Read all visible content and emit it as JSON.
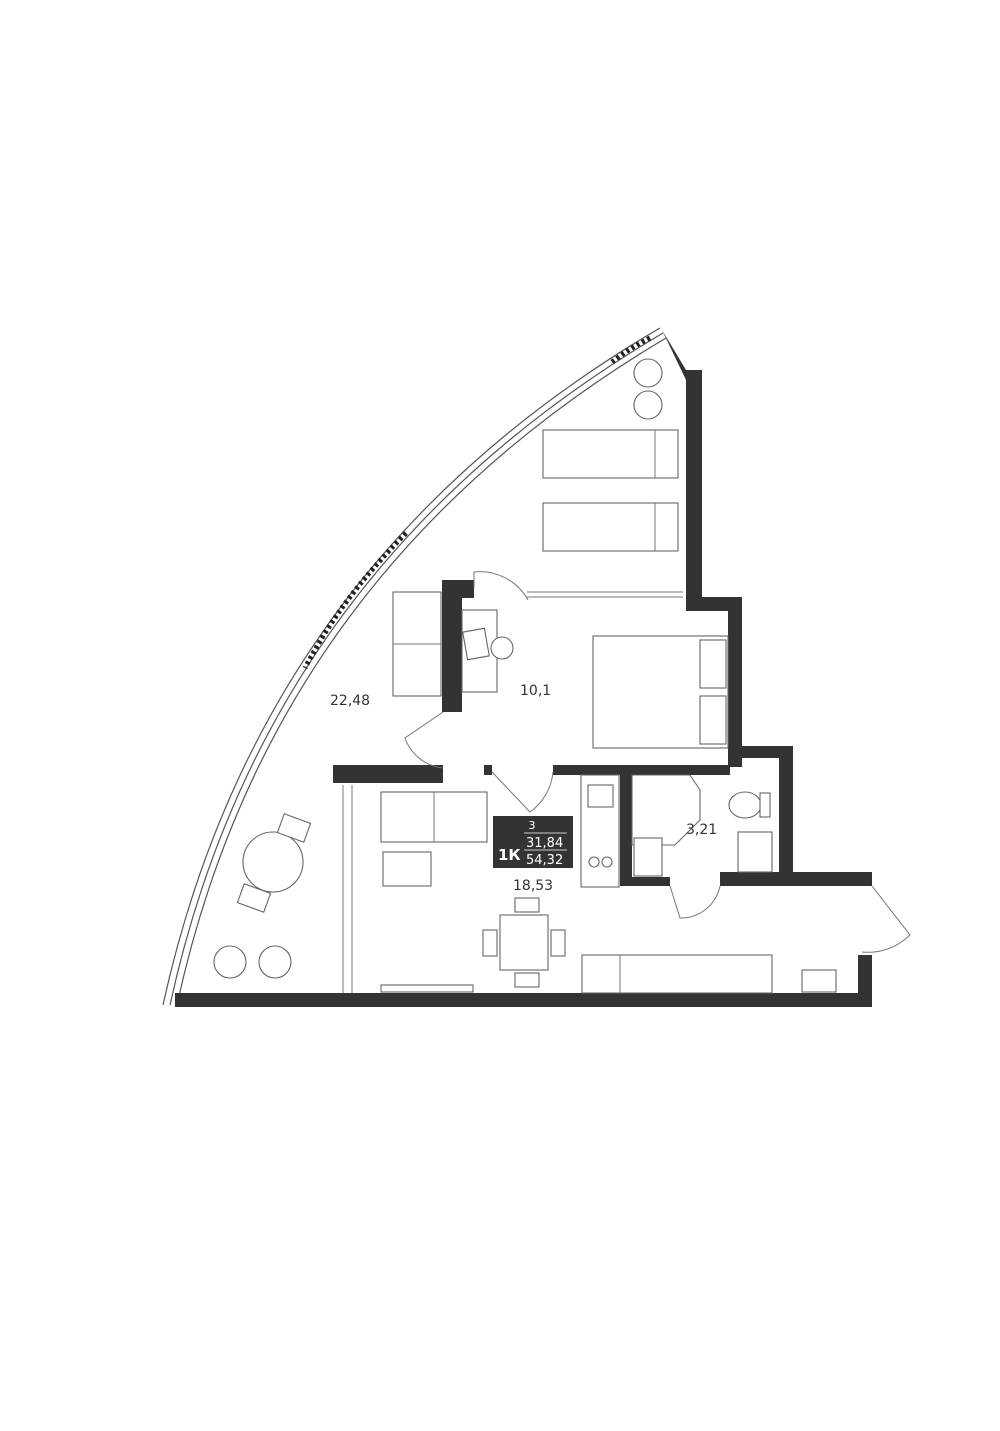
{
  "rooms": {
    "terrace_area": "22,48",
    "bedroom_area": "10,1",
    "living_area": "18,53",
    "bathroom_area": "3,21"
  },
  "badge": {
    "floor": "3",
    "type": "1К",
    "living_total": "31,84",
    "total": "54,32"
  },
  "colors": {
    "wall": "#333333",
    "badge_bg": "#333333",
    "badge_text": "#ffffff"
  }
}
